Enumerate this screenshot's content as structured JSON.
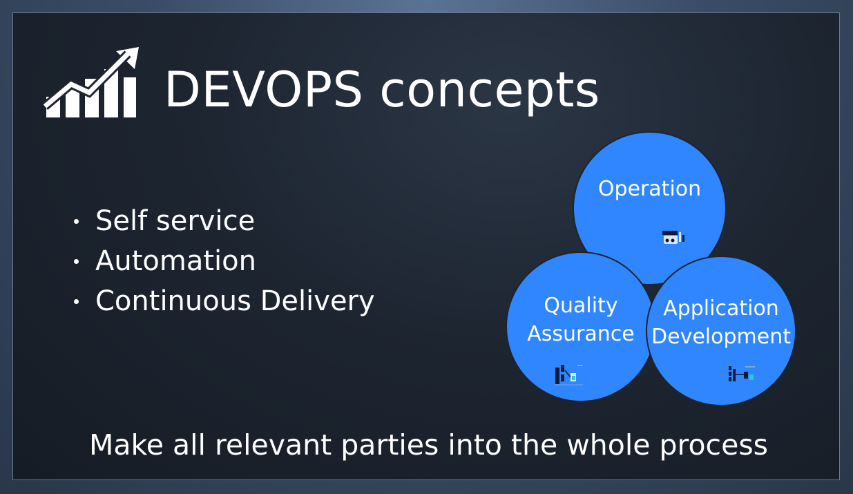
{
  "slide": {
    "title": "DEVOPS concepts",
    "logo_icon": "growth-chart-arrow-icon",
    "bullets": [
      "Self service",
      "Automation",
      "Continuous Delivery"
    ],
    "footer": "Make all relevant parties into the whole process"
  },
  "diagram": {
    "circles": [
      {
        "label": "Operation",
        "thumbnail_icon": "operations-tools-icon"
      },
      {
        "label": "Quality Assurance",
        "label_lines": [
          "Quality",
          "Assurance"
        ],
        "thumbnail_icon": "qa-diagram-icon"
      },
      {
        "label": "Application Development",
        "label_lines": [
          "Application",
          "Development"
        ],
        "thumbnail_icon": "dev-diagram-icon"
      }
    ]
  },
  "colors": {
    "circle_fill": "#2f86ff",
    "text": "#ffffff",
    "slide_background": "#1d2531",
    "frame_background": "#3b4d66"
  }
}
